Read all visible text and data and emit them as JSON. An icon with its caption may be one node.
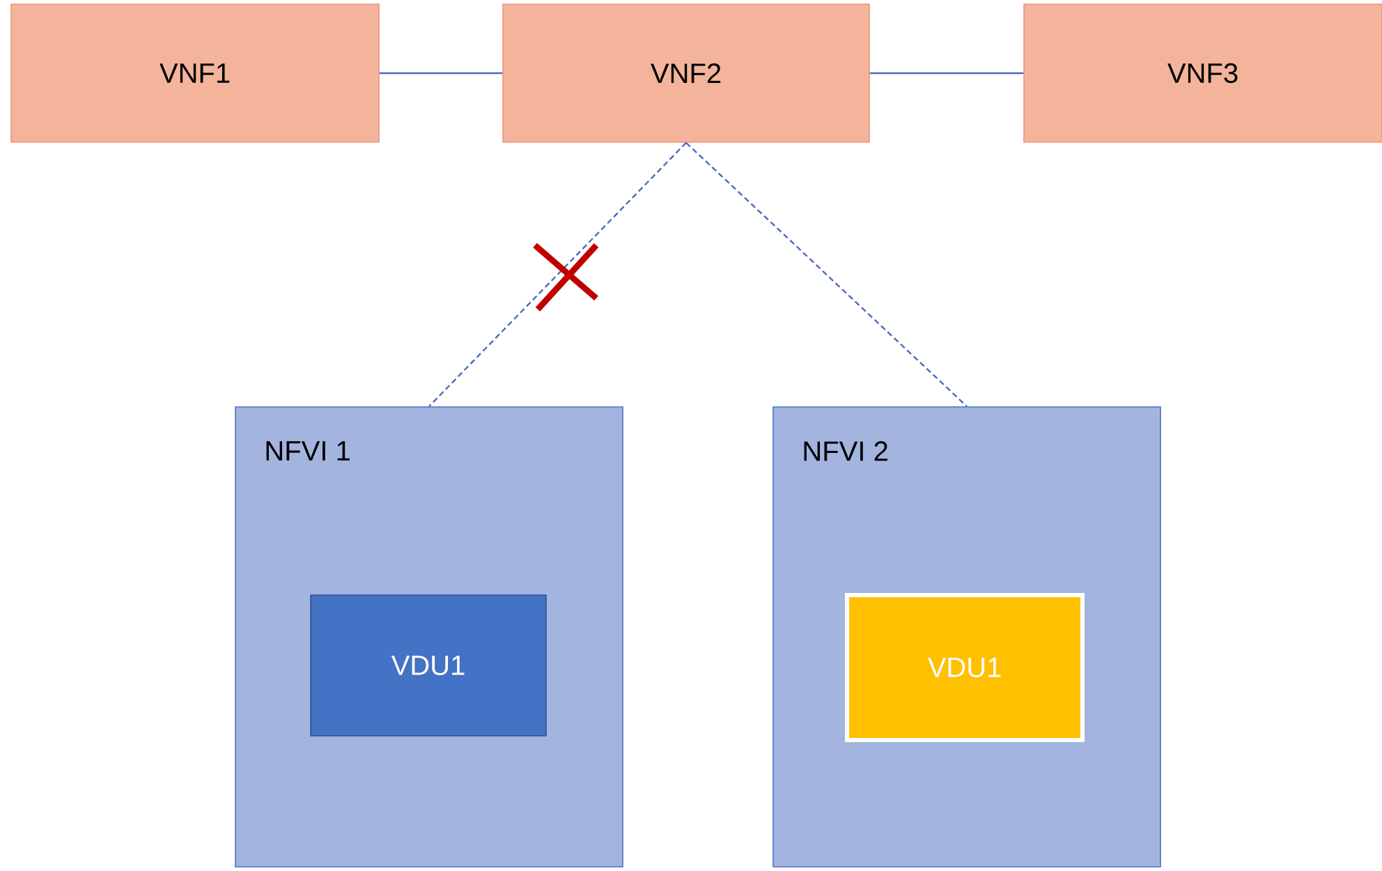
{
  "diagram": {
    "nodes": [
      {
        "text": [
          "VNF1"
        ]
      },
      {
        "text": [
          "VNF2"
        ]
      },
      {
        "text": [
          "VNF3"
        ]
      },
      {
        "text": [
          "NFVI 1"
        ]
      },
      {
        "text": [
          "VDU1"
        ],
        "in": 3
      },
      {
        "text": [
          "NFVI 2"
        ]
      },
      {
        "text": [
          "VDU1"
        ],
        "in": 5
      }
    ],
    "edges": [
      {
        "from": 0,
        "to": 1,
        "arrow": "none"
      },
      {
        "from": 1,
        "to": 2,
        "arrow": "none"
      },
      {
        "from": 1,
        "to": 3,
        "arrow": "none",
        "style": "dashed"
      },
      {
        "from": 1,
        "to": 5,
        "arrow": "none",
        "style": "dashed"
      }
    ]
  }
}
